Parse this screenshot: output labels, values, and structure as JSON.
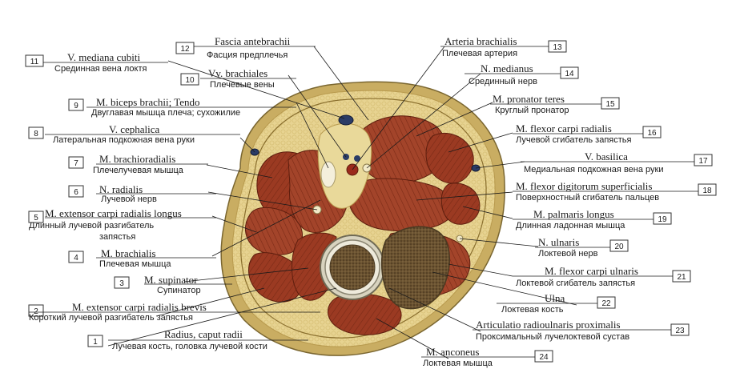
{
  "colors": {
    "muscle": "#9b3a22",
    "muscle_dark": "#6e2412",
    "fat": "#e7d391",
    "fat_dark": "#c9b062",
    "fascia": "#d8c07a",
    "bone": "#c9c2a6",
    "bone_marrow": "#6b5331",
    "vein": "#2b3c66",
    "nerve": "#f2eac8"
  },
  "labels": [
    {
      "num": "1",
      "lat": "Radius, caput radii",
      "rus": "Лучевая кость, головка лучевой кости"
    },
    {
      "num": "2",
      "lat": "M. extensor carpi radialis brevis",
      "rus": "Короткий лучевой разгибатель запястья"
    },
    {
      "num": "3",
      "lat": "M. supinator",
      "rus": "Супинатор"
    },
    {
      "num": "4",
      "lat": "M. brachialis",
      "rus": "Плечевая мышца"
    },
    {
      "num": "5",
      "lat": "M. extensor carpi radialis longus",
      "rus": "Длинный лучевой разгибатель",
      "rus2": "запястья"
    },
    {
      "num": "6",
      "lat": "N. radialis",
      "rus": "Лучевой нерв"
    },
    {
      "num": "7",
      "lat": "M. brachioradialis",
      "rus": "Плечелучевая мышца"
    },
    {
      "num": "8",
      "lat": "V. cephalica",
      "rus": "Латеральная подкожная вена руки"
    },
    {
      "num": "9",
      "lat": "M. biceps brachii; Tendo",
      "rus": "Двуглавая мышца плеча; сухожилие"
    },
    {
      "num": "10",
      "lat": "Vv. brachiales",
      "rus": "Плечевые вены"
    },
    {
      "num": "11",
      "lat": "V. mediana cubiti",
      "rus": "Срединная вена локтя"
    },
    {
      "num": "12",
      "lat": "Fascia antebrachii",
      "rus": "Фасция предплечья"
    },
    {
      "num": "13",
      "lat": "Arteria brachialis",
      "rus": "Плечевая артерия"
    },
    {
      "num": "14",
      "lat": "N. medianus",
      "rus": "Срединный нерв"
    },
    {
      "num": "15",
      "lat": "M. pronator teres",
      "rus": "Круглый пронатор"
    },
    {
      "num": "16",
      "lat": "M. flexor carpi radialis",
      "rus": "Лучевой сгибатель запястья"
    },
    {
      "num": "17",
      "lat": "V. basilica",
      "rus": "Медиальная подкожная вена руки"
    },
    {
      "num": "18",
      "lat": "M. flexor digitorum superficialis",
      "rus": "Поверхностный сгибатель пальцев"
    },
    {
      "num": "19",
      "lat": "M. palmaris longus",
      "rus": "Длинная ладонная мышца"
    },
    {
      "num": "20",
      "lat": "N. ulnaris",
      "rus": "Локтевой нерв"
    },
    {
      "num": "21",
      "lat": "M. flexor carpi ulnaris",
      "rus": "Локтевой сгибатель запястья"
    },
    {
      "num": "22",
      "lat": "Ulna",
      "rus": "Локтевая кость"
    },
    {
      "num": "23",
      "lat": "Articulatio radioulnaris proximalis",
      "rus": "Проксимальный лучелоктевой сустав"
    },
    {
      "num": "24",
      "lat": "M. anconeus",
      "rus": "Локтевая мышца"
    }
  ]
}
